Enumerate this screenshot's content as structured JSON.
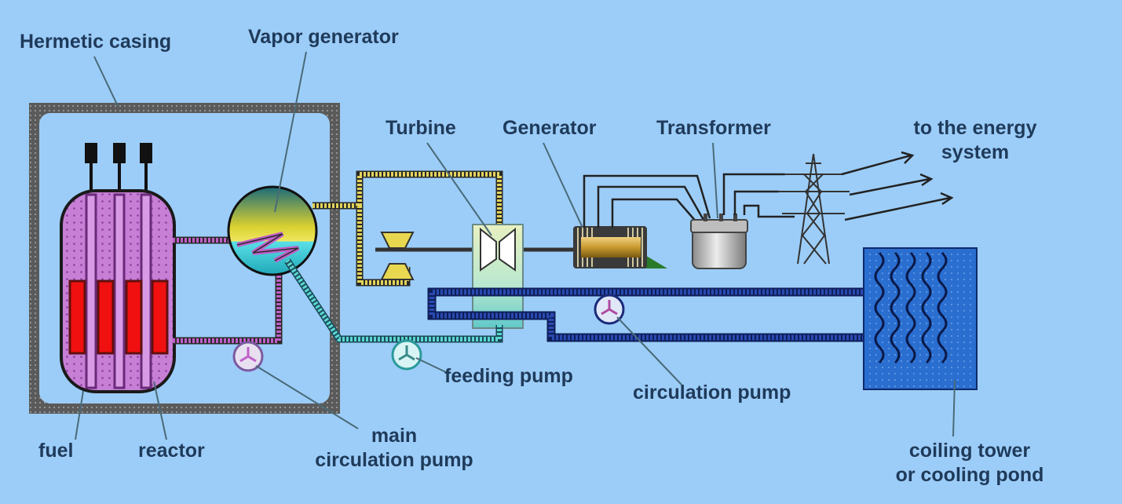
{
  "labels": {
    "hermetic_casing": "Hermetic casing",
    "vapor_generator": "Vapor generator",
    "turbine": "Turbine",
    "generator": "Generator",
    "transformer": "Transformer",
    "energy_system_line1": "to the energy",
    "energy_system_line2": "system",
    "feeding_pump": "feeding pump",
    "circulation_pump": "circulation pump",
    "fuel": "fuel",
    "reactor": "reactor",
    "main_pump_line1": "main",
    "main_pump_line2": "circulation pump",
    "cooling_line1": "coiling tower",
    "cooling_line2": "or cooling pond"
  },
  "colors": {
    "background": "#9ccdf8",
    "label_text": "#1f3a5a",
    "leader_line": "#4a6a78",
    "casing": "#5a5a5a",
    "reactor_vessel": "#c77fd6",
    "fuel_rod": "#f01010",
    "primary_loop": "#c05fc8",
    "steam_loop": "#e2d45a",
    "feed_loop": "#5bd6d0",
    "cooling_loop": "#1c3c9c",
    "cooling_tower": "#2a68c8"
  }
}
